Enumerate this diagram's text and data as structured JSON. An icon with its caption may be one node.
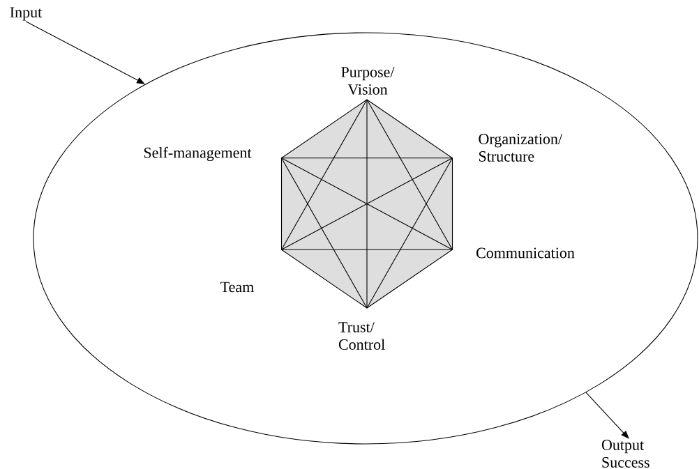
{
  "diagram": {
    "nodes": [
      {
        "text": [
          "Input"
        ]
      },
      {
        "text": [],
        "shape": "ellipse"
      },
      {
        "text": [
          "Purpose/ Vision"
        ],
        "in": 1
      },
      {
        "text": [],
        "shape": "hexagon",
        "in": 1
      },
      {
        "text": [
          "Self-management"
        ],
        "in": 1
      },
      {
        "text": [
          "Organization/ Structure"
        ],
        "in": 1
      },
      {
        "text": [
          "Communication"
        ],
        "in": 1
      },
      {
        "text": [
          "Team"
        ],
        "in": 1
      },
      {
        "text": [
          "Trust/ Control"
        ],
        "in": 1
      },
      {
        "text": [
          "Output Success"
        ]
      }
    ],
    "edges": [
      {
        "from": 0,
        "to": 1,
        "arrow": "to"
      },
      {
        "from": 1,
        "to": 9,
        "arrow": "to"
      }
    ]
  }
}
